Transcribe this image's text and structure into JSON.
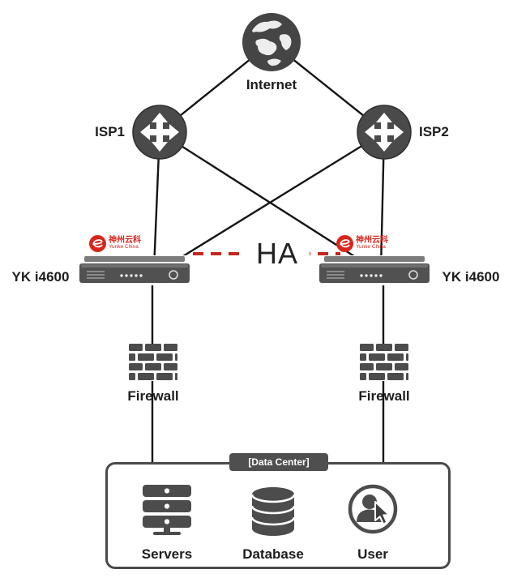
{
  "diagram": {
    "type": "network-ha-topology",
    "nodes": {
      "internet": {
        "label": "Internet"
      },
      "isp1": {
        "label": "ISP1"
      },
      "isp2": {
        "label": "ISP2"
      },
      "adc_left": {
        "label": "YK i4600",
        "vendor_cn": "神州云科",
        "vendor_en": "Yunke China"
      },
      "adc_right": {
        "label": "YK i4600",
        "vendor_cn": "神州云科",
        "vendor_en": "Yunke China"
      },
      "firewall_left": {
        "label": "Firewall"
      },
      "firewall_right": {
        "label": "Firewall"
      },
      "datacenter": {
        "label": "[Data Center]"
      },
      "servers": {
        "label": "Servers"
      },
      "database": {
        "label": "Database"
      },
      "user": {
        "label": "User"
      }
    },
    "ha_link": {
      "label": "HA",
      "style": "red-dashed"
    },
    "edges": [
      {
        "from": "internet",
        "to": "isp1"
      },
      {
        "from": "internet",
        "to": "isp2"
      },
      {
        "from": "isp1",
        "to": "adc_left"
      },
      {
        "from": "isp1",
        "to": "adc_right"
      },
      {
        "from": "isp2",
        "to": "adc_left"
      },
      {
        "from": "isp2",
        "to": "adc_right"
      },
      {
        "from": "adc_left",
        "to": "firewall_left"
      },
      {
        "from": "adc_right",
        "to": "firewall_right"
      },
      {
        "from": "firewall_left",
        "to": "datacenter"
      },
      {
        "from": "firewall_right",
        "to": "datacenter"
      },
      {
        "from": "adc_left",
        "to": "adc_right",
        "type": "ha"
      }
    ],
    "colors": {
      "icon_gray": "#4c4c4c",
      "edge_black": "#141414",
      "ha_red": "#c2281d",
      "logo_red": "#d8261c"
    }
  }
}
